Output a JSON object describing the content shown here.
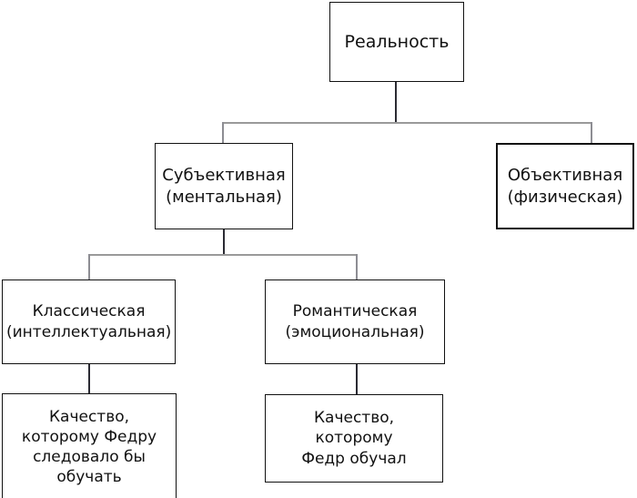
{
  "diagram": {
    "title": "Реальность",
    "nodes": {
      "root": {
        "label": "Реальность"
      },
      "subjective": {
        "label": "Субъективная\n(ментальная)"
      },
      "objective": {
        "label": "Объективная\n(физическая)"
      },
      "classical": {
        "label": "Классическая\n(интеллектуальная)"
      },
      "romantic": {
        "label": "Романтическая\n(эмоциональная)"
      },
      "classical_leaf": {
        "label": "Качество,\nкоторому Федру\nследовало бы\nобучать"
      },
      "romantic_leaf": {
        "label": "Качество,\nкоторому\nФедр обучал"
      }
    },
    "colors": {
      "box_border": "#111111",
      "connector_vertical": "#2b2b33",
      "connector_horizontal": "#9a9a9a",
      "background": "#ffffff",
      "text": "#111111"
    }
  }
}
